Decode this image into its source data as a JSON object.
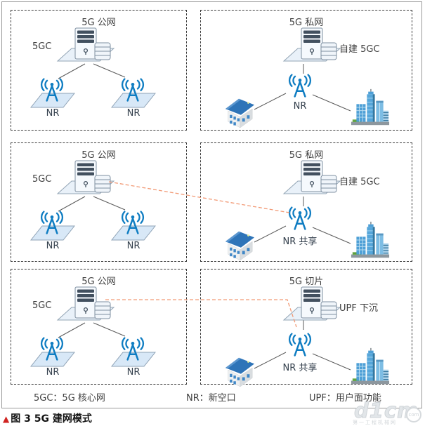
{
  "figure": {
    "caption_marker": "▲",
    "caption_text": "图 3  5G 建网模式"
  },
  "panels": [
    {
      "title": "5G 公网",
      "core_label": "5GC",
      "nr_left_label": "NR",
      "nr_right_label": "NR"
    },
    {
      "title": "5G 私网",
      "core_label": "自建 5GC",
      "nr_label": "NR"
    },
    {
      "title": "5G 公网",
      "core_label": "5GC",
      "nr_left_label": "NR",
      "nr_right_label": "NR"
    },
    {
      "title": "5G 私网",
      "core_label": "自建 5GC",
      "nr_label": "NR 共享"
    },
    {
      "title": "5G 公网",
      "core_label": "5GC",
      "nr_left_label": "NR",
      "nr_right_label": "NR"
    },
    {
      "title": "5G 切片",
      "core_label": "UPF 下沉",
      "nr_label": "NR 共享"
    }
  ],
  "legend": {
    "items": [
      "5GC：5G 核心网",
      "NR：新空口",
      "UPF：用户面功能"
    ]
  },
  "watermark": {
    "logo": "d1cm",
    "badge": "com",
    "subtext": "第一工程机械网"
  },
  "icons": {
    "server": "core-network-server-icon",
    "antenna": "nr-antenna-icon",
    "platform": "platform-icon",
    "house": "house-icon",
    "city": "city-buildings-icon"
  },
  "colors": {
    "antenna_blue": "#0f7dc2",
    "connector_orange": "#f29a76",
    "panel_border": "#3a3a3a",
    "caption_red": "#d02421",
    "platform_fill": "#d8e8f7"
  }
}
